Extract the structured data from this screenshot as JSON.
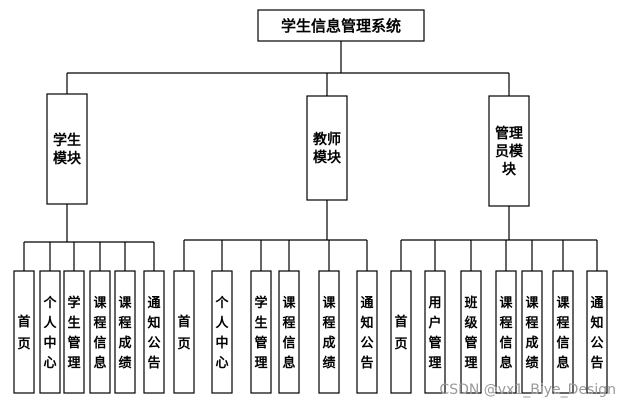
{
  "root": {
    "label": "学生信息管理系统"
  },
  "modules": [
    {
      "label": "学生模块",
      "lines": [
        "学生",
        "模块"
      ],
      "children": [
        "首页",
        "个人中心",
        "学生管理",
        "课程信息",
        "课程成绩",
        "通知公告"
      ]
    },
    {
      "label": "教师模块",
      "lines": [
        "教师",
        "模块"
      ],
      "children": [
        "首页",
        "个人中心",
        "学生管理",
        "课程信息",
        "课程成绩",
        "通知公告"
      ]
    },
    {
      "label": "管理员模块",
      "lines": [
        "管理",
        "员模",
        "块"
      ],
      "children": [
        "首页",
        "用户管理",
        "班级管理",
        "课程信息",
        "课程成绩",
        "课程信息",
        "通知公告"
      ]
    }
  ],
  "watermark": "CSDN @vx1_Biye_Design"
}
